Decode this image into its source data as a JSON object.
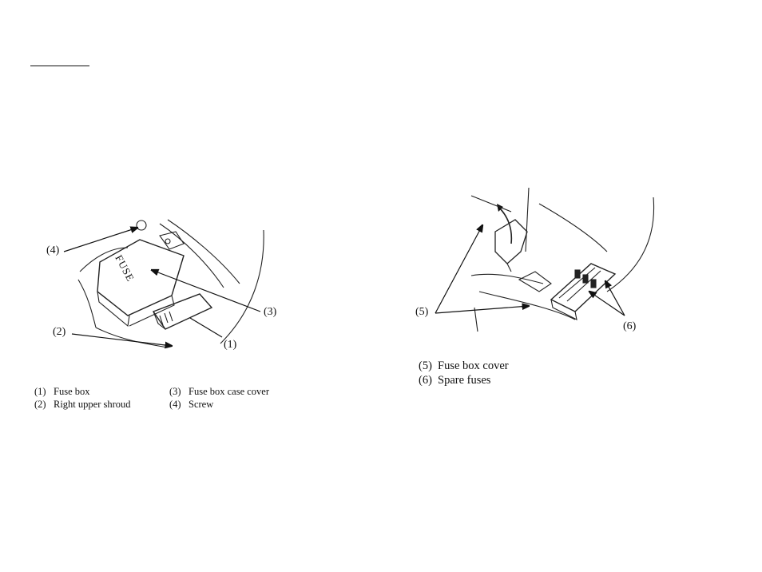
{
  "left_figure": {
    "fuse_label": "FUSE",
    "callouts": {
      "c4": "(4)",
      "c3": "(3)",
      "c2": "(2)",
      "c1": "(1)"
    },
    "legend": [
      {
        "num": "(1)",
        "text": "Fuse box"
      },
      {
        "num": "(2)",
        "text": "Right upper shroud"
      },
      {
        "num": "(3)",
        "text": "Fuse box case cover"
      },
      {
        "num": "(4)",
        "text": "Screw"
      }
    ]
  },
  "right_figure": {
    "callouts": {
      "c5": "(5)",
      "c6": "(6)"
    },
    "legend": [
      {
        "num": "(5)",
        "text": "Fuse box cover"
      },
      {
        "num": "(6)",
        "text": "Spare fuses"
      }
    ]
  }
}
